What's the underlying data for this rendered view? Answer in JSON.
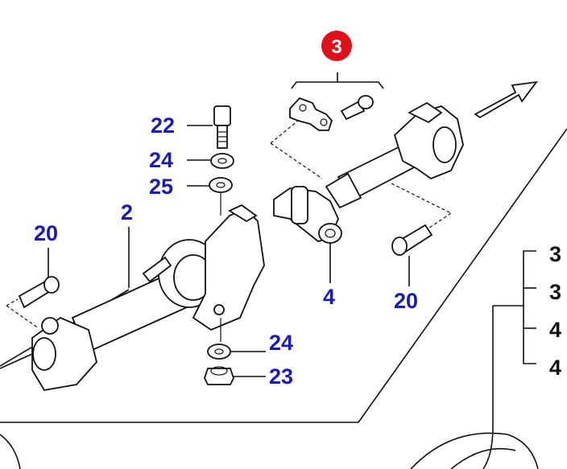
{
  "badge": {
    "label": "3",
    "color": "#e0101a"
  },
  "callouts": {
    "c22": "22",
    "c24_top": "24",
    "c25": "25",
    "c2": "2",
    "c20_left": "20",
    "c4": "4",
    "c20_right": "20",
    "c24_bottom": "24",
    "c23": "23"
  },
  "side_list": [
    "3",
    "3",
    "4",
    "4"
  ],
  "colors": {
    "callout": "#1a1ab8",
    "line": "#111111"
  }
}
